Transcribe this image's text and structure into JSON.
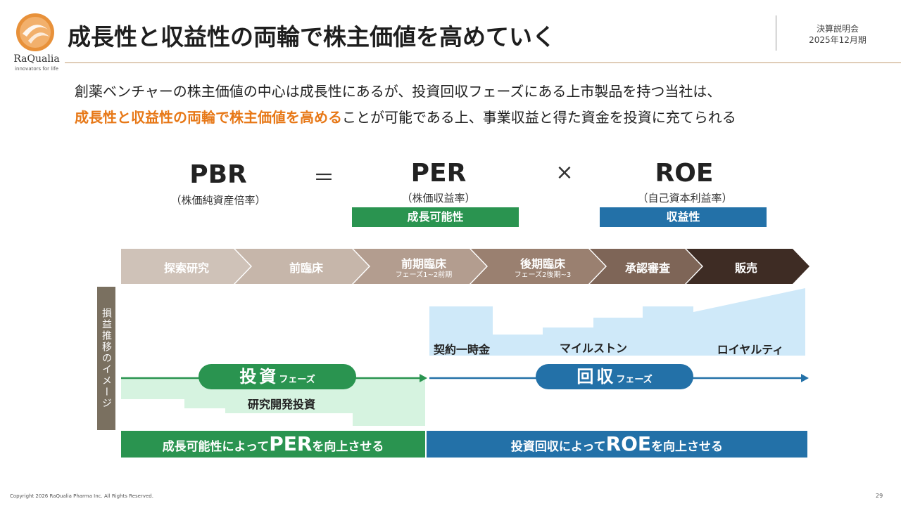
{
  "header": {
    "logo_name": "RaQualia",
    "logo_tagline": "innovators for life",
    "title": "成長性と収益性の両輪で株主価値を高めていく",
    "meta_line1": "決算説明会",
    "meta_line2": "2025年12月期"
  },
  "intro": {
    "line1": "創薬ベンチャーの株主価値の中心は成長性にあるが、投資回収フェーズにある上市製品を持つ当社は、",
    "line2_highlight": "成長性と収益性の両輪で株主価値を高める",
    "line2_rest": "ことが可能である上、事業収益と得た資金を投資に充てられる"
  },
  "formula": {
    "pbr": "PBR",
    "pbr_sub": "（株価純資産倍率）",
    "equals": "＝",
    "per": "PER",
    "per_sub": "（株価収益率）",
    "times": "×",
    "roe": "ROE",
    "roe_sub": "（自己資本利益率）",
    "growth_tag": "成長可能性",
    "profit_tag": "収益性"
  },
  "stages": [
    {
      "label": "探索研究",
      "sub": "",
      "color": "#cfc2b8"
    },
    {
      "label": "前臨床",
      "sub": "",
      "color": "#c6b6aa"
    },
    {
      "label": "前期臨床",
      "sub": "フェーズ1~2前期",
      "color": "#b39d8f"
    },
    {
      "label": "後期臨床",
      "sub": "フェーズ2後期~3",
      "color": "#9a8070"
    },
    {
      "label": "承認審査",
      "sub": "",
      "color": "#7e6557"
    },
    {
      "label": "販売",
      "sub": "",
      "color": "#3e2c24"
    }
  ],
  "side_label": "損益推移のイメージ",
  "revenue": {
    "upfront": "契約一時金",
    "milestone": "マイルストン",
    "royalty": "ロイヤルティ"
  },
  "phases": {
    "invest_key": "投資",
    "invest_suffix": "フェーズ",
    "invest_label": "研究開発投資",
    "collect_key": "回収",
    "collect_suffix": "フェーズ"
  },
  "footer": {
    "left_pre": "成長可能性によって",
    "left_big": "PER",
    "left_post": "を向上させる",
    "right_pre": "投資回収によって",
    "right_big": "ROE",
    "right_post": "を向上させる"
  },
  "copyright": "Copyright 2026 RaQualia Pharma Inc. All Rights Reserved.",
  "page_number": "29",
  "colors": {
    "green": "#2a9450",
    "blue": "#2371a8",
    "light_green": "#d6f3e0",
    "light_blue": "#cfe9f9",
    "orange": "#e77817"
  }
}
